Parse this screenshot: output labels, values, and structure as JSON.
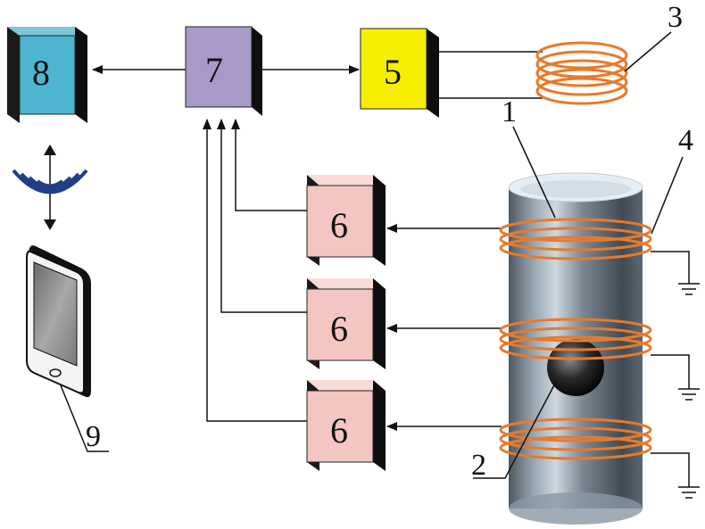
{
  "blocks": {
    "display_unit": {
      "label": "8",
      "color": "#4db5cf"
    },
    "controller": {
      "label": "7",
      "color": "#a899c8"
    },
    "driver": {
      "label": "5",
      "color": "#f7ef00"
    },
    "receiver_top": {
      "label": "6",
      "color": "#f3c6c1"
    },
    "receiver_middle": {
      "label": "6",
      "color": "#f3c6c1"
    },
    "receiver_bottom": {
      "label": "6",
      "color": "#f3c6c1"
    }
  },
  "callouts": {
    "tube": "1",
    "ball": "2",
    "excitation_coil": "3",
    "sensing_coil": "4",
    "phone": "9"
  },
  "icons": {
    "wireless": "wireless-signal-icon",
    "phone": "smartphone-icon",
    "ground": "ground-symbol-icon"
  },
  "colors": {
    "coil": "#e87a2a",
    "line": "#111111",
    "block_side": "#1a1a1a"
  }
}
